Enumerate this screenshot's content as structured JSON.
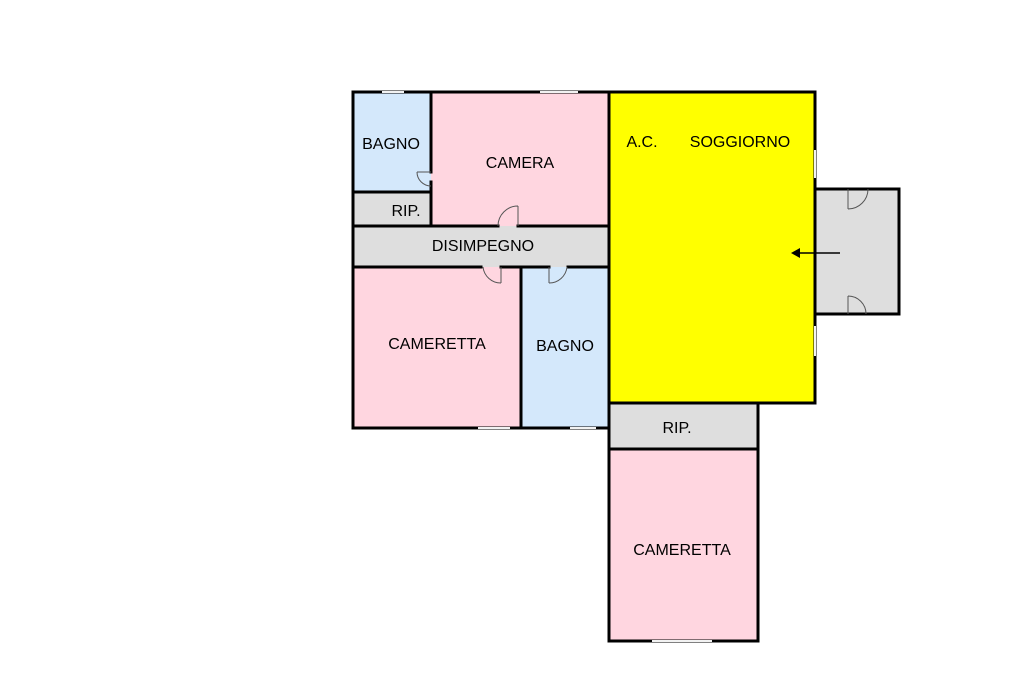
{
  "colors": {
    "background": "#ffffff",
    "bedroom": "#ffd6e0",
    "bathroom": "#d4e8fb",
    "living": "#ffff00",
    "service": "#dedede",
    "wall": "#000000",
    "window": "#f2f2f2"
  },
  "rooms": {
    "bagno_1": "BAGNO",
    "camera": "CAMERA",
    "rip_1": "RIP.",
    "disimpegno": "DISIMPEGNO",
    "cameretta_1": "CAMERETTA",
    "bagno_2": "BAGNO",
    "ac": "A.C.",
    "soggiorno": "SOGGIORNO",
    "rip_2": "RIP.",
    "cameretta_2": "CAMERETTA"
  },
  "icons": {
    "entrance_arrow": "arrow-left-icon",
    "door_swing": "door-arc-icon"
  }
}
